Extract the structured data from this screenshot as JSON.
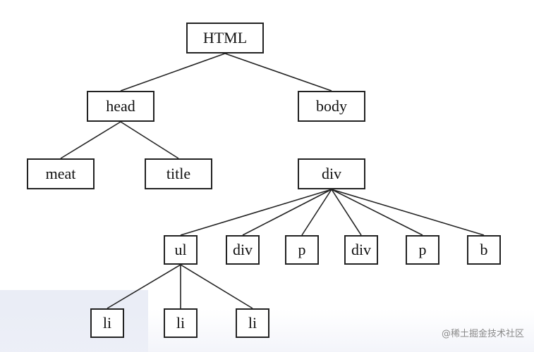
{
  "diagram": {
    "nodes": [
      {
        "id": "html",
        "label": "HTML"
      },
      {
        "id": "head",
        "label": "head"
      },
      {
        "id": "body",
        "label": "body"
      },
      {
        "id": "meat",
        "label": "meat"
      },
      {
        "id": "title",
        "label": "title"
      },
      {
        "id": "div",
        "label": "div"
      },
      {
        "id": "ul",
        "label": "ul"
      },
      {
        "id": "div2",
        "label": "div"
      },
      {
        "id": "p1",
        "label": "p"
      },
      {
        "id": "div3",
        "label": "div"
      },
      {
        "id": "p2",
        "label": "p"
      },
      {
        "id": "b",
        "label": "b"
      },
      {
        "id": "li1",
        "label": "li"
      },
      {
        "id": "li2",
        "label": "li"
      },
      {
        "id": "li3",
        "label": "li"
      }
    ],
    "edges": [
      [
        "html",
        "head"
      ],
      [
        "html",
        "body"
      ],
      [
        "head",
        "meat"
      ],
      [
        "head",
        "title"
      ],
      [
        "div",
        "ul"
      ],
      [
        "div",
        "div2"
      ],
      [
        "div",
        "p1"
      ],
      [
        "div",
        "div3"
      ],
      [
        "div",
        "p2"
      ],
      [
        "div",
        "b"
      ],
      [
        "ul",
        "li1"
      ],
      [
        "ul",
        "li2"
      ],
      [
        "ul",
        "li3"
      ]
    ],
    "colors": {
      "stroke": "#222222",
      "band": "#e9ecf6"
    }
  },
  "watermark": "@稀土掘金技术社区"
}
